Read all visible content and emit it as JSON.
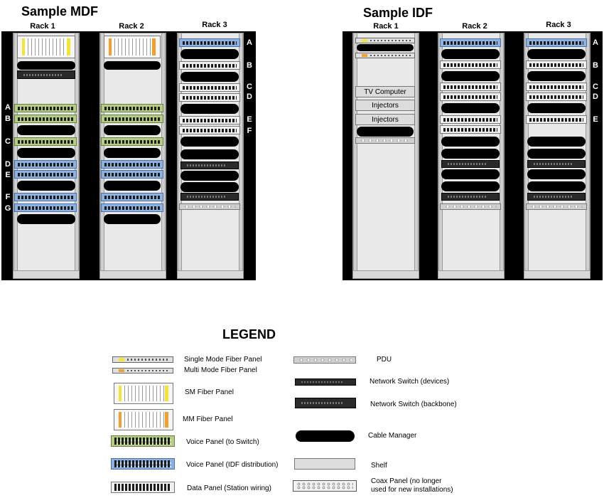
{
  "mdf": {
    "title": "Sample MDF",
    "racks": [
      "Rack 1",
      "Rack 2",
      "Rack 3"
    ],
    "rack1_labels": [
      "A",
      "B",
      "C",
      "D",
      "E",
      "F",
      "G"
    ],
    "rack3_labels": [
      "A",
      "B",
      "C",
      "D",
      "E",
      "F"
    ]
  },
  "idf": {
    "title": "Sample IDF",
    "racks": [
      "Rack 1",
      "Rack 2",
      "Rack 3"
    ],
    "rack3_labels": [
      "A",
      "B",
      "C",
      "D",
      "E"
    ],
    "shelves": [
      "TV Computer",
      "Injectors",
      "Injectors"
    ]
  },
  "legend": {
    "title": "LEGEND",
    "items": {
      "sm_fiber_panel": "Single Mode Fiber Panel",
      "mm_fiber_panel": "Multi Mode Fiber Panel",
      "sm_fiber_panel_large": "SM Fiber Panel",
      "mm_fiber_panel_large": "MM Fiber Panel",
      "voice_switch": "Voice Panel (to Switch)",
      "voice_idf": "Voice Panel (IDF distribution)",
      "data_panel": "Data Panel (Station wiring)",
      "pdu": "PDU",
      "switch_devices": "Network Switch (devices)",
      "switch_backbone": "Network Switch (backbone)",
      "cable_manager": "Cable Manager",
      "shelf": "Shelf",
      "coax_panel_1": "Coax Panel (no longer",
      "coax_panel_2": "used for new installations)"
    }
  },
  "colors": {
    "voice_switch": "#b5cd85",
    "voice_idf": "#8fb1e0",
    "data_panel": "#efefef",
    "single_mode": "#f2e43a",
    "multi_mode": "#f0a030"
  }
}
